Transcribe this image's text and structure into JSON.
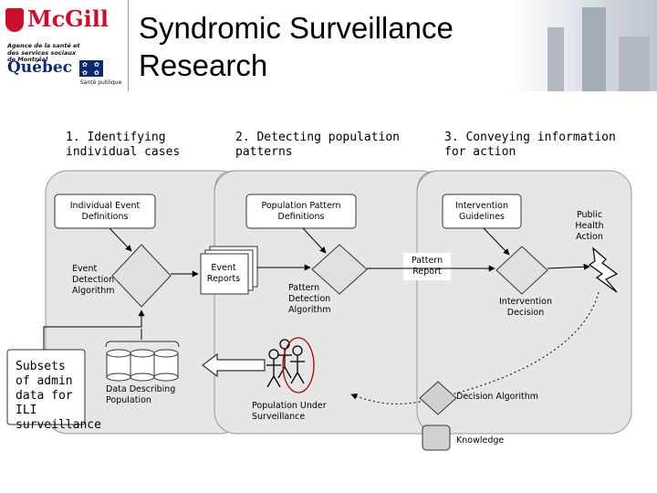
{
  "title": "Syndromic Surveillance Research",
  "logos": {
    "mcgill": "McGill",
    "agency": "Agence de la santé et des services sociaux de Montréal",
    "quebec": "Québec",
    "sante": "Santé publique"
  },
  "stages": [
    {
      "label": "1. Identifying individual cases"
    },
    {
      "label": "2. Detecting population patterns"
    },
    {
      "label": "3. Conveying information for action"
    }
  ],
  "nodes": {
    "individual_event_definitions": "Individual Event Definitions",
    "population_pattern_definitions": "Population Pattern Definitions",
    "intervention_guidelines": "Intervention Guidelines",
    "public_health_action": "Public Health Action",
    "event_detection_algorithm": "Event Detection Algorithm",
    "event_reports": "Event Reports",
    "pattern_report": "Pattern Report",
    "pattern_detection_algorithm": "Pattern Detection Algorithm",
    "intervention_decision": "Intervention Decision",
    "subsets_admin_data": "Subsets of admin data for ILI surveillance",
    "data_describing_population": "Data Describing Population",
    "population_under_surveillance": "Population Under Surveillance"
  },
  "legend": {
    "decision_algorithm": "Decision Algorithm",
    "knowledge": "Knowledge"
  },
  "colors": {
    "stage_fill": "#e6e6e6",
    "stage_stroke": "#999999",
    "box_fill": "#ffffff",
    "diamond_fill": "#e0e0e0",
    "legend_diamond_fill": "#d0d0d0",
    "highlight_circle": "#b00000",
    "dashed_arrow": "#000000"
  }
}
